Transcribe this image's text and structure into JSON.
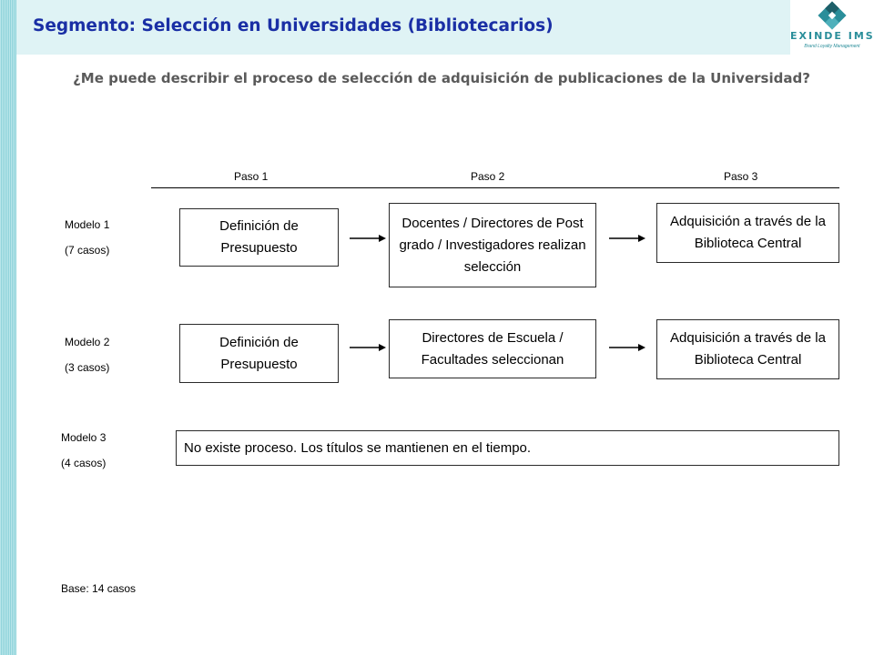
{
  "header": {
    "title": "Segmento: Selección en Universidades (Bibliotecarios)",
    "logo_text": "EXINDE IMS",
    "logo_tagline": "Brand Loyalty Management"
  },
  "question": "¿Me puede describir el proceso de selección de adquisición de publicaciones de la Universidad?",
  "steps": [
    "Paso 1",
    "Paso 2",
    "Paso 3"
  ],
  "models": [
    {
      "name": "Modelo 1",
      "cases": "(7 casos)",
      "boxes": [
        "Definición de Presupuesto",
        "Docentes / Directores de Post grado / Investigadores realizan selección",
        "Adquisición a través de la Biblioteca Central"
      ]
    },
    {
      "name": "Modelo 2",
      "cases": "(3 casos)",
      "boxes": [
        "Definición de Presupuesto",
        "Directores de Escuela / Facultades seleccionan",
        "Adquisición a través de la Biblioteca Central"
      ]
    },
    {
      "name": "Modelo 3",
      "cases": "(4 casos)",
      "boxes": [
        "No existe proceso. Los títulos se mantienen en el tiempo."
      ]
    }
  ],
  "base": "Base: 14 casos",
  "colors": {
    "title": "#1a2fa5",
    "header_band": "#dff3f5",
    "question": "#5a5a5a",
    "logo": "#2a8e9a"
  }
}
